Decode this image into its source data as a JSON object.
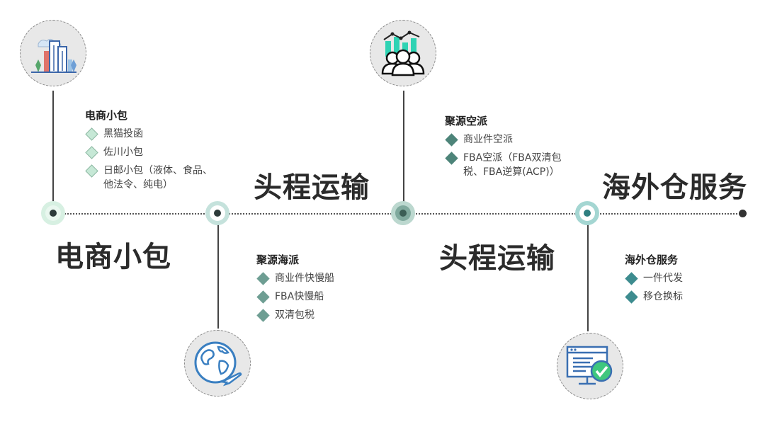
{
  "titles": {
    "ecommerce": "电商小包",
    "freight_top": "头程运输",
    "freight_bottom": "头程运输",
    "overseas": "海外仓服务"
  },
  "sections": {
    "ecommerce": {
      "title": "电商小包",
      "items": [
        "黑猫投函",
        "佐川小包",
        "日邮小包（液体、食品、\n他法令、纯电）"
      ]
    },
    "sea": {
      "title": "聚源海派",
      "items": [
        "商业件快慢船",
        "FBA快慢船",
        "双清包税"
      ]
    },
    "air": {
      "title": "聚源空派",
      "items": [
        "商业件空派",
        "FBA空派（FBA双清包\n税、FBA逆算(ACP)）"
      ]
    },
    "overseas": {
      "title": "海外仓服务",
      "items": [
        "一件代发",
        "移仓换标"
      ]
    }
  },
  "icons": [
    "city-buildings-icon",
    "globe-airplane-icon",
    "team-chart-icon",
    "browser-checkmark-icon"
  ],
  "colors": {
    "node1": "#cfeede",
    "node2": "#bfe0da",
    "node3": "#b8d6cc",
    "node4": "#9fd3d0",
    "diamond_light": "#c6e8d6",
    "diamond_mid": "#6e9e93",
    "diamond_dark": "#4d8479",
    "diamond_teal": "#3d8c8f"
  }
}
